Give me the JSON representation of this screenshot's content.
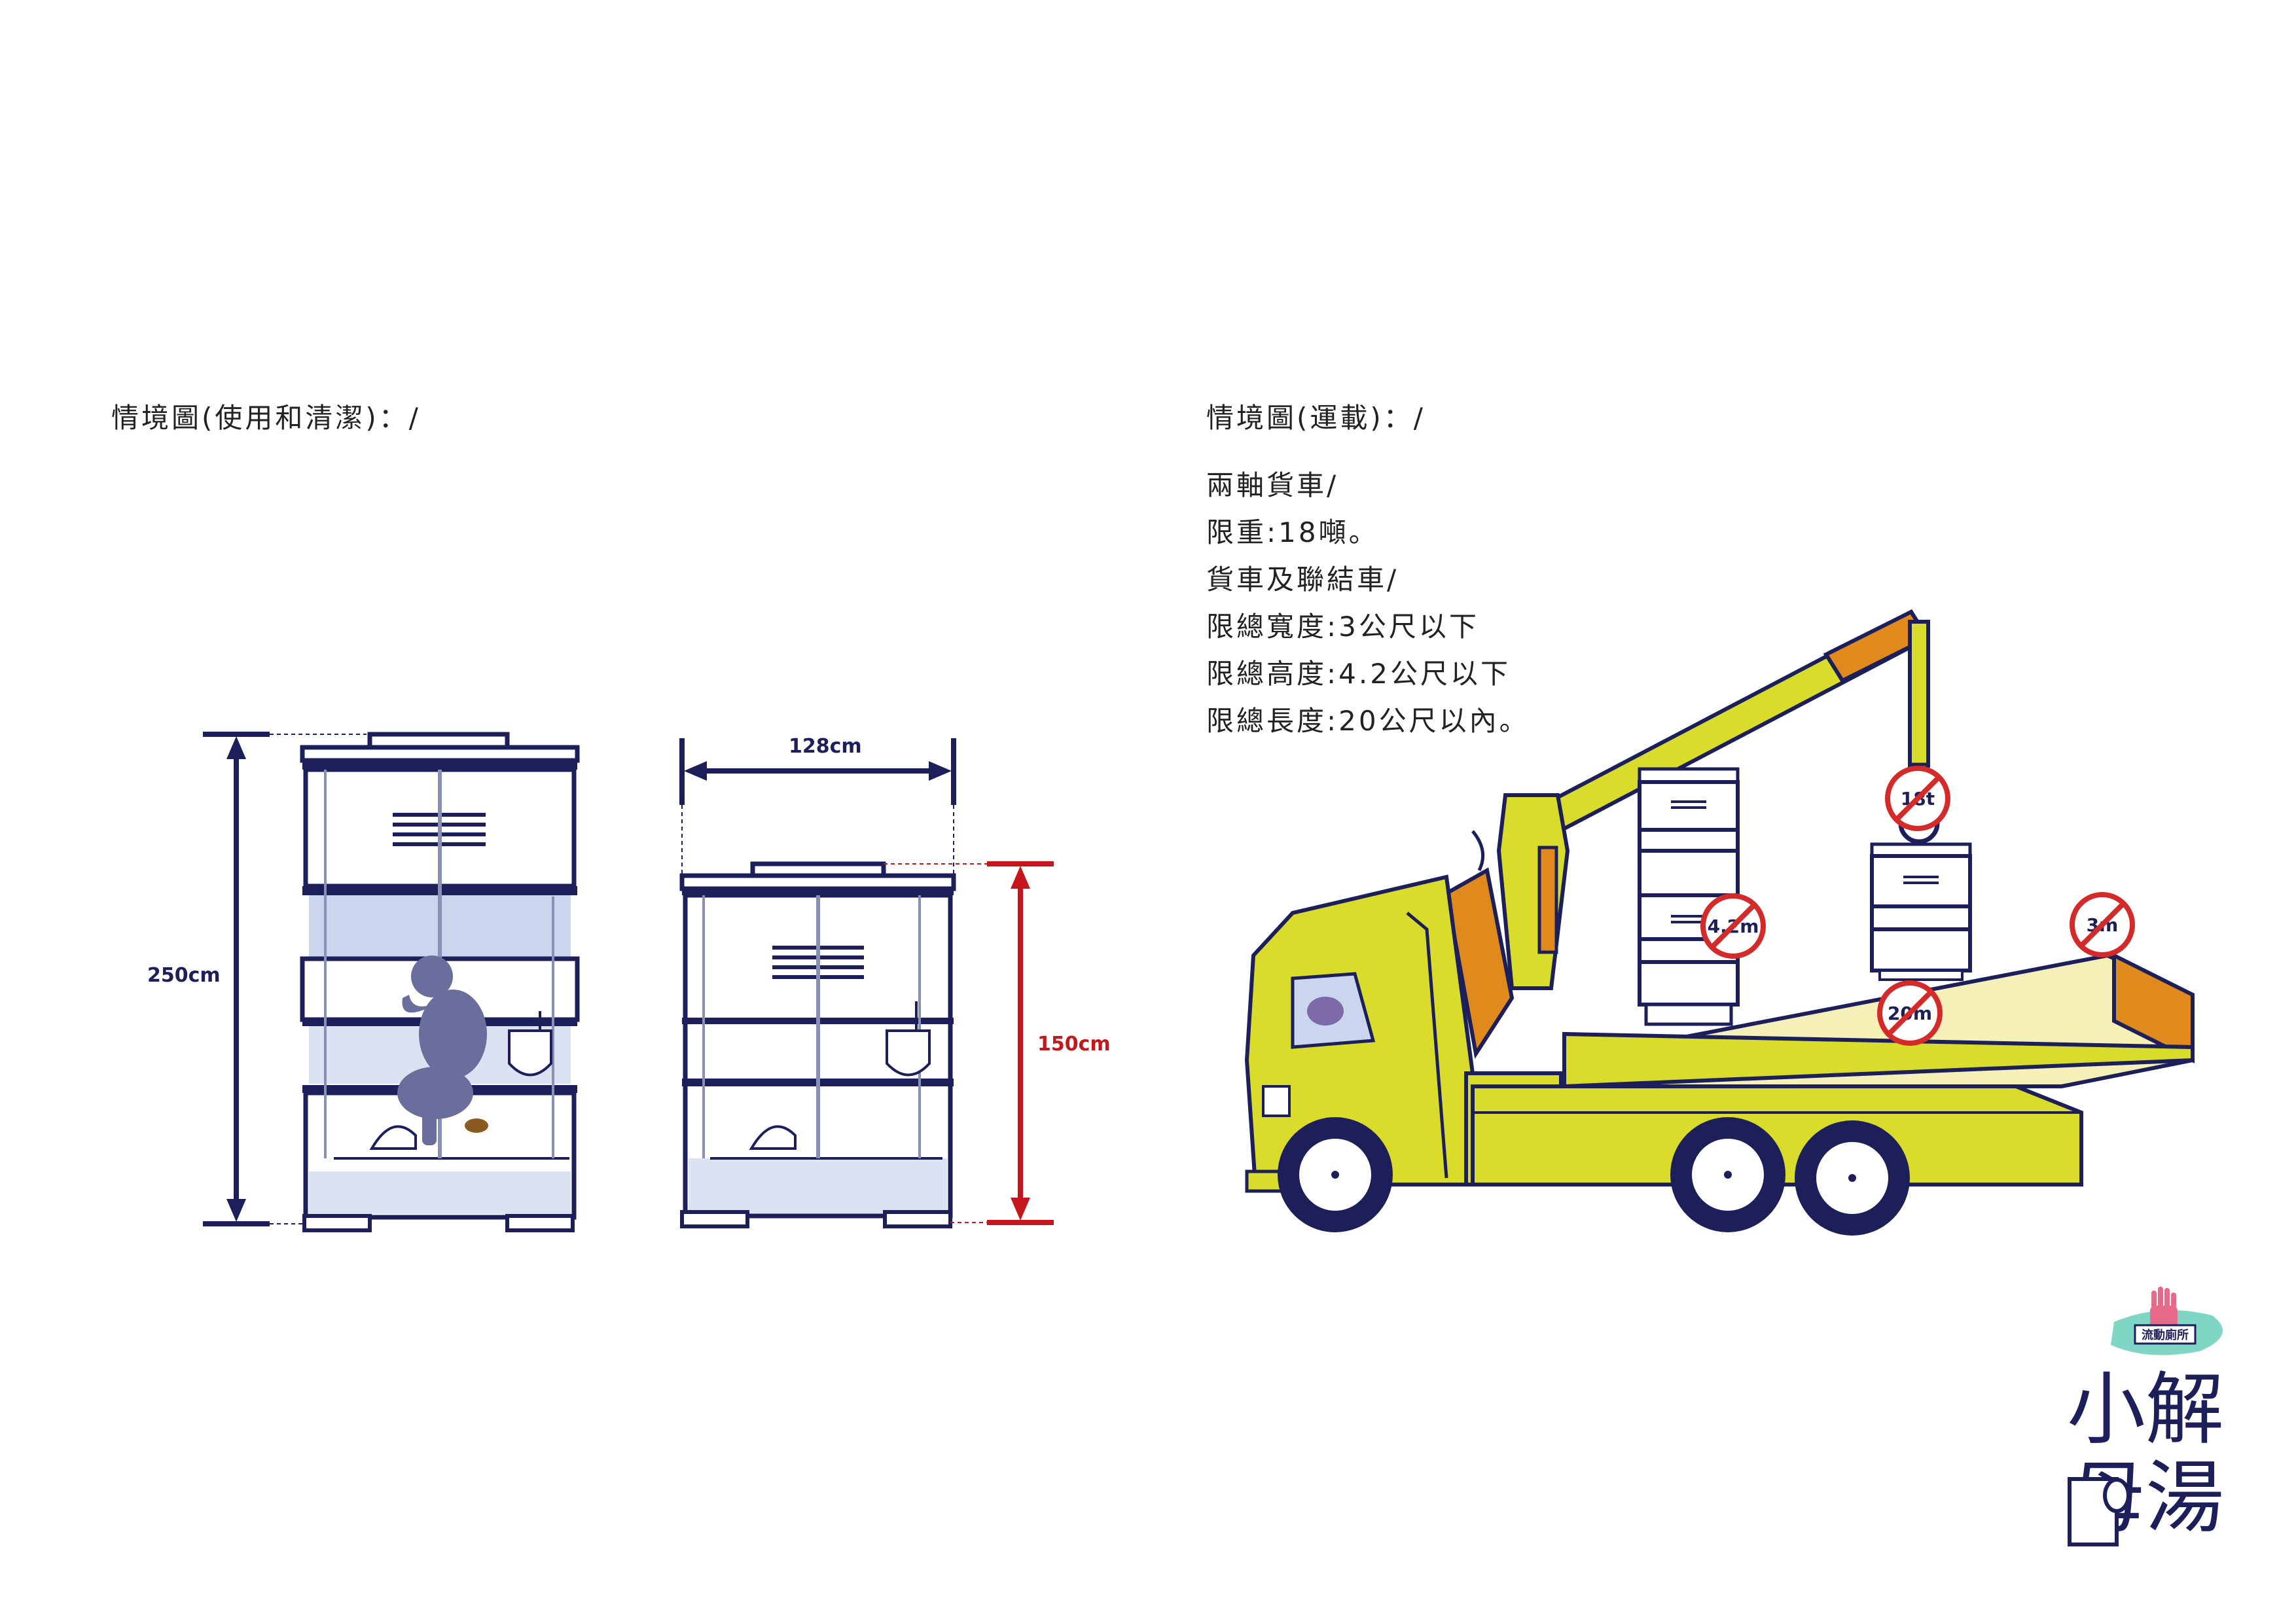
{
  "left_panel": {
    "caption": "情境圖(使用和清潔)：/",
    "height_label": "250cm"
  },
  "right_panel": {
    "caption": "情境圖(運載)：/",
    "width_label": "128cm",
    "height_label": "150cm"
  },
  "transport_notes": [
    "兩軸貨車/",
    "限重:18噸。",
    "貨車及聯結車/",
    "限總寬度:3公尺以下",
    "限總高度:4.2公尺以下",
    "限總長度:20公尺以內。"
  ],
  "signs": {
    "weight": "18t",
    "height": "4.2m",
    "width": "3m",
    "length": "20m"
  },
  "logo": {
    "badge_text": "流動廁所",
    "line1": "小解",
    "line2": "母湯"
  },
  "colors": {
    "navy": "#1c1f5a",
    "truck_yellow": "#d9dc2b",
    "truck_orange": "#e08a1e",
    "dimension_red": "#c4161c",
    "glass_blue": "#c9d6ee",
    "sign_red": "#d42a2a"
  }
}
